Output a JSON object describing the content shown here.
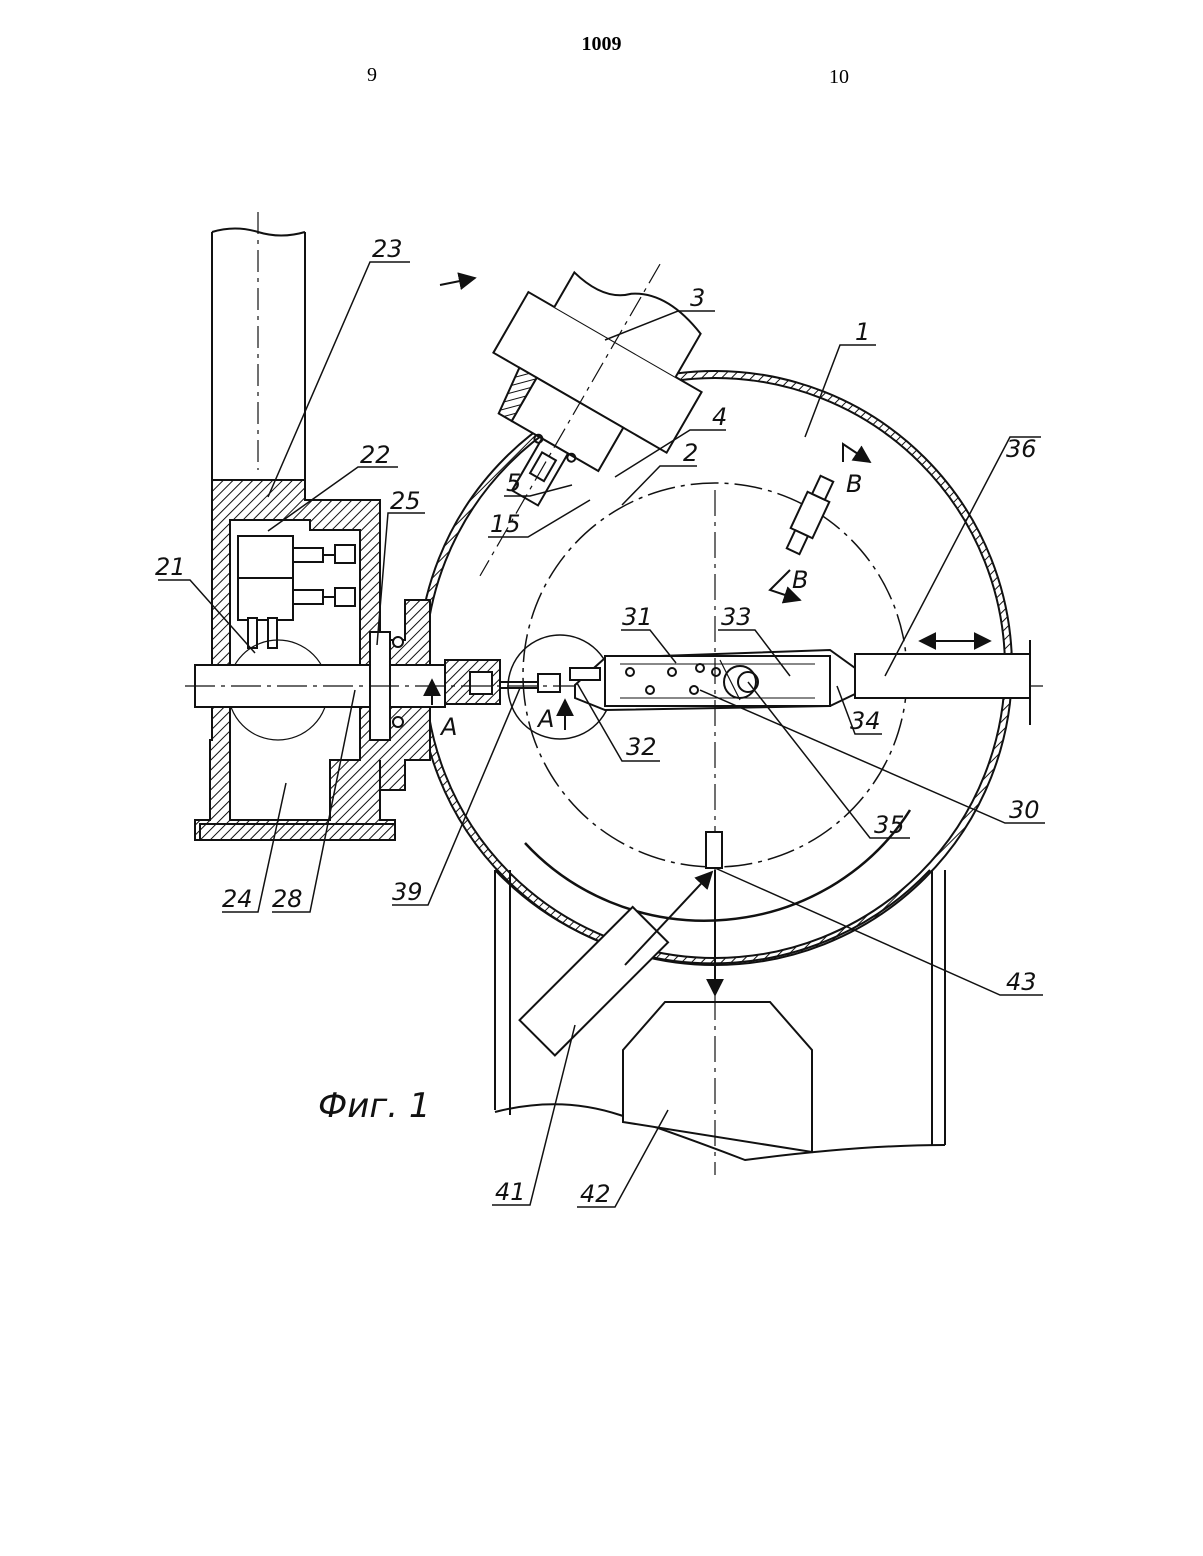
{
  "header": {
    "page_number": "1009",
    "column_left": "9",
    "column_right": "10"
  },
  "figure": {
    "caption": "Фиг. 1",
    "labels": [
      "23",
      "22",
      "25",
      "21",
      "24",
      "28",
      "39",
      "3",
      "4",
      "2",
      "5",
      "15",
      "1",
      "31",
      "33",
      "32",
      "34",
      "35",
      "30",
      "36",
      "43",
      "41",
      "42"
    ],
    "section_marks": [
      "A",
      "A",
      "B",
      "B"
    ]
  }
}
